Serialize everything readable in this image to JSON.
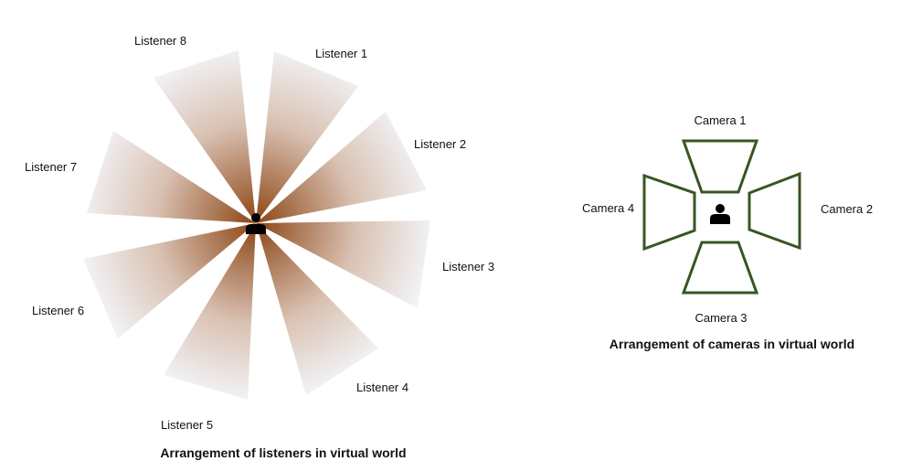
{
  "listeners": {
    "caption": "Arrangement of listeners in virtual world",
    "labels": [
      "Listener 1",
      "Listener 2",
      "Listener 3",
      "Listener 4",
      "Listener 5",
      "Listener 6",
      "Listener 7",
      "Listener 8"
    ],
    "fill_color_center": "#8b4513",
    "fill_color_outer": "#f4f6fb",
    "icon": "person-icon"
  },
  "cameras": {
    "caption": "Arrangement of cameras in virtual world",
    "labels": [
      "Camera 1",
      "Camera 2",
      "Camera 3",
      "Camera 4"
    ],
    "outline_color": "#375623",
    "icon": "person-icon"
  }
}
